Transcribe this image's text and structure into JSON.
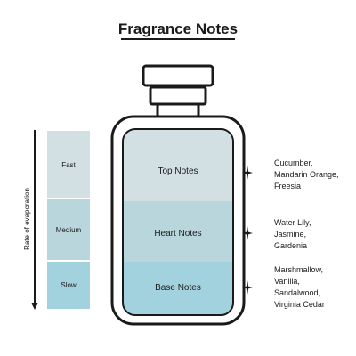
{
  "title": "Fragrance Notes",
  "axis_label": "Rate of evaporation",
  "rates": [
    {
      "label": "Fast",
      "color": "#d2e0e4"
    },
    {
      "label": "Medium",
      "color": "#b9d6dd"
    },
    {
      "label": "Slow",
      "color": "#a2d2dd"
    }
  ],
  "notes": [
    {
      "label": "Top Notes",
      "color": "#d2e0e4",
      "ingredients": [
        "Cucumber,",
        "Mandarin Orange,",
        "Freesia"
      ]
    },
    {
      "label": "Heart Notes",
      "color": "#b9d6dd",
      "ingredients": [
        "Water Lily,",
        "Jasmine,",
        "Gardenia"
      ]
    },
    {
      "label": "Base Notes",
      "color": "#a2d2dd",
      "ingredients": [
        "Marshmallow,",
        "Vanilla,",
        "Sandalwood,",
        "Virginia Cedar"
      ]
    }
  ],
  "icons": {
    "marker": "sparkle-icon",
    "bottle": "perfume-bottle-icon"
  }
}
